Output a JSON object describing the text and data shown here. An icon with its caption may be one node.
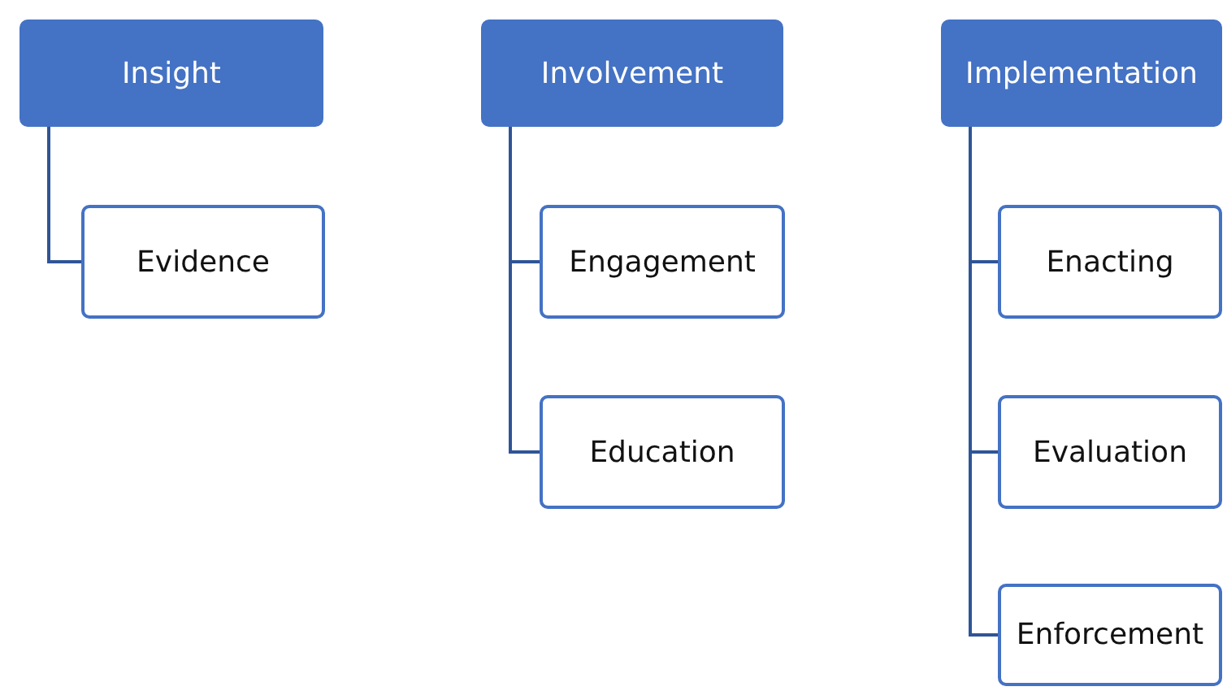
{
  "diagram": {
    "nodes": [
      {
        "text": [
          "Insight"
        ]
      },
      {
        "text": [
          "Evidence"
        ]
      },
      {
        "text": [
          "Involvement"
        ]
      },
      {
        "text": [
          "Engagement"
        ]
      },
      {
        "text": [
          "Education"
        ]
      },
      {
        "text": [
          "Implementation"
        ]
      },
      {
        "text": [
          "Enacting"
        ]
      },
      {
        "text": [
          "Evaluation"
        ]
      },
      {
        "text": [
          "Enforcement"
        ]
      }
    ],
    "edges": [
      {
        "from": 0,
        "to": 1,
        "arrow": "none"
      },
      {
        "from": 2,
        "to": 3,
        "arrow": "none"
      },
      {
        "from": 2,
        "to": 4,
        "arrow": "none"
      },
      {
        "from": 5,
        "to": 6,
        "arrow": "none"
      },
      {
        "from": 5,
        "to": 7,
        "arrow": "none"
      },
      {
        "from": 5,
        "to": 8,
        "arrow": "none"
      }
    ]
  }
}
